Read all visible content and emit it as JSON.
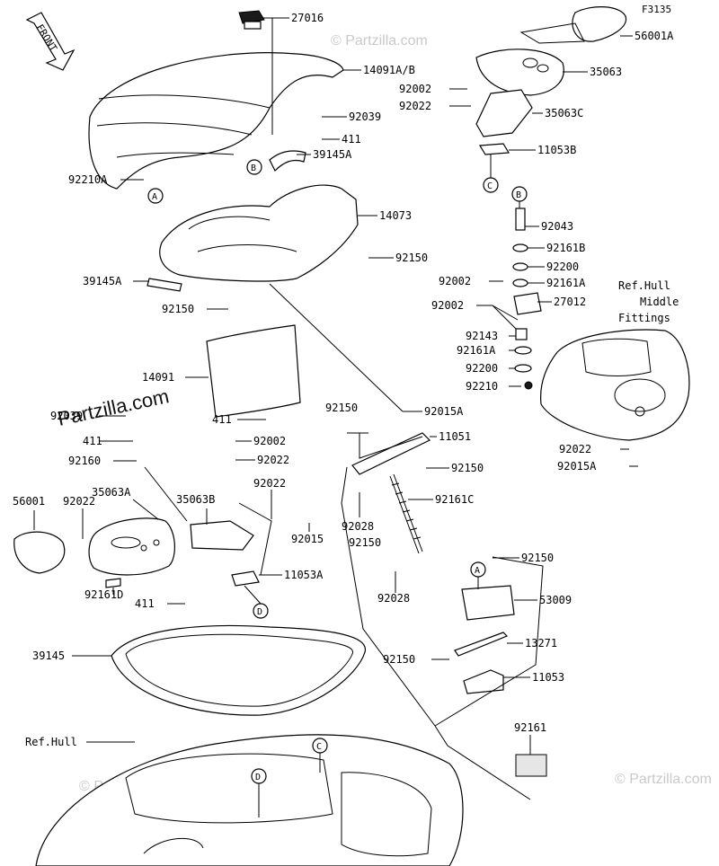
{
  "header": {
    "code": "F3135",
    "front_label": "FRONT"
  },
  "watermarks": {
    "main": "Partzilla.com",
    "faint": "© Partzilla.com"
  },
  "callouts": {
    "p27016": "27016",
    "p56001A": "56001A",
    "p14091AB": "14091A/B",
    "p35063": "35063",
    "p92002_top": "92002",
    "p92039": "92039",
    "p92022_top": "92022",
    "p35063C": "35063C",
    "p411_a": "411",
    "p11053B": "11053B",
    "p39145A_top": "39145A",
    "p92210A": "92210A",
    "p14073": "14073",
    "p92043": "92043",
    "p92150_a": "92150",
    "p92161B": "92161B",
    "p92200_a": "92200",
    "p39145A_left": "39145A",
    "p92002_mid": "92002",
    "p92161A_a": "92161A",
    "p27012": "27012",
    "p92150_b": "92150",
    "p92002_mid2": "92002",
    "refhull_middle_1": "Ref.Hull",
    "refhull_middle_2": "Middle",
    "refhull_middle_3": "Fittings",
    "p92143": "92143",
    "p92161A_b": "92161A",
    "p14091": "14091",
    "p92200_b": "92200",
    "p92210": "92210",
    "p411_b": "411",
    "p92150_c": "92150",
    "p92015A_a": "92015A",
    "p92039_b": "92039",
    "p411_c": "411",
    "p11051": "11051",
    "p92002_low": "92002",
    "p92160": "92160",
    "p92022_low": "92022",
    "p92150_d": "92150",
    "p92022_right": "92022",
    "p92015A_b": "92015A",
    "p56001": "56001",
    "p92022_left": "92022",
    "p35063A": "35063A",
    "p35063B": "35063B",
    "p92022_mid": "92022",
    "p92161C": "92161C",
    "p92028_a": "92028",
    "p92015": "92015",
    "p92150_e": "92150",
    "p11053A": "11053A",
    "p92150_f": "92150",
    "p92161D": "92161D",
    "p411_d": "411",
    "p92028_b": "92028",
    "p53009": "53009",
    "p39145": "39145",
    "p13271": "13271",
    "p92150_g": "92150",
    "p11053": "11053",
    "p92161": "92161",
    "refhull": "Ref.Hull"
  },
  "markers": {
    "A": "A",
    "B": "B",
    "C": "C",
    "D": "D"
  }
}
